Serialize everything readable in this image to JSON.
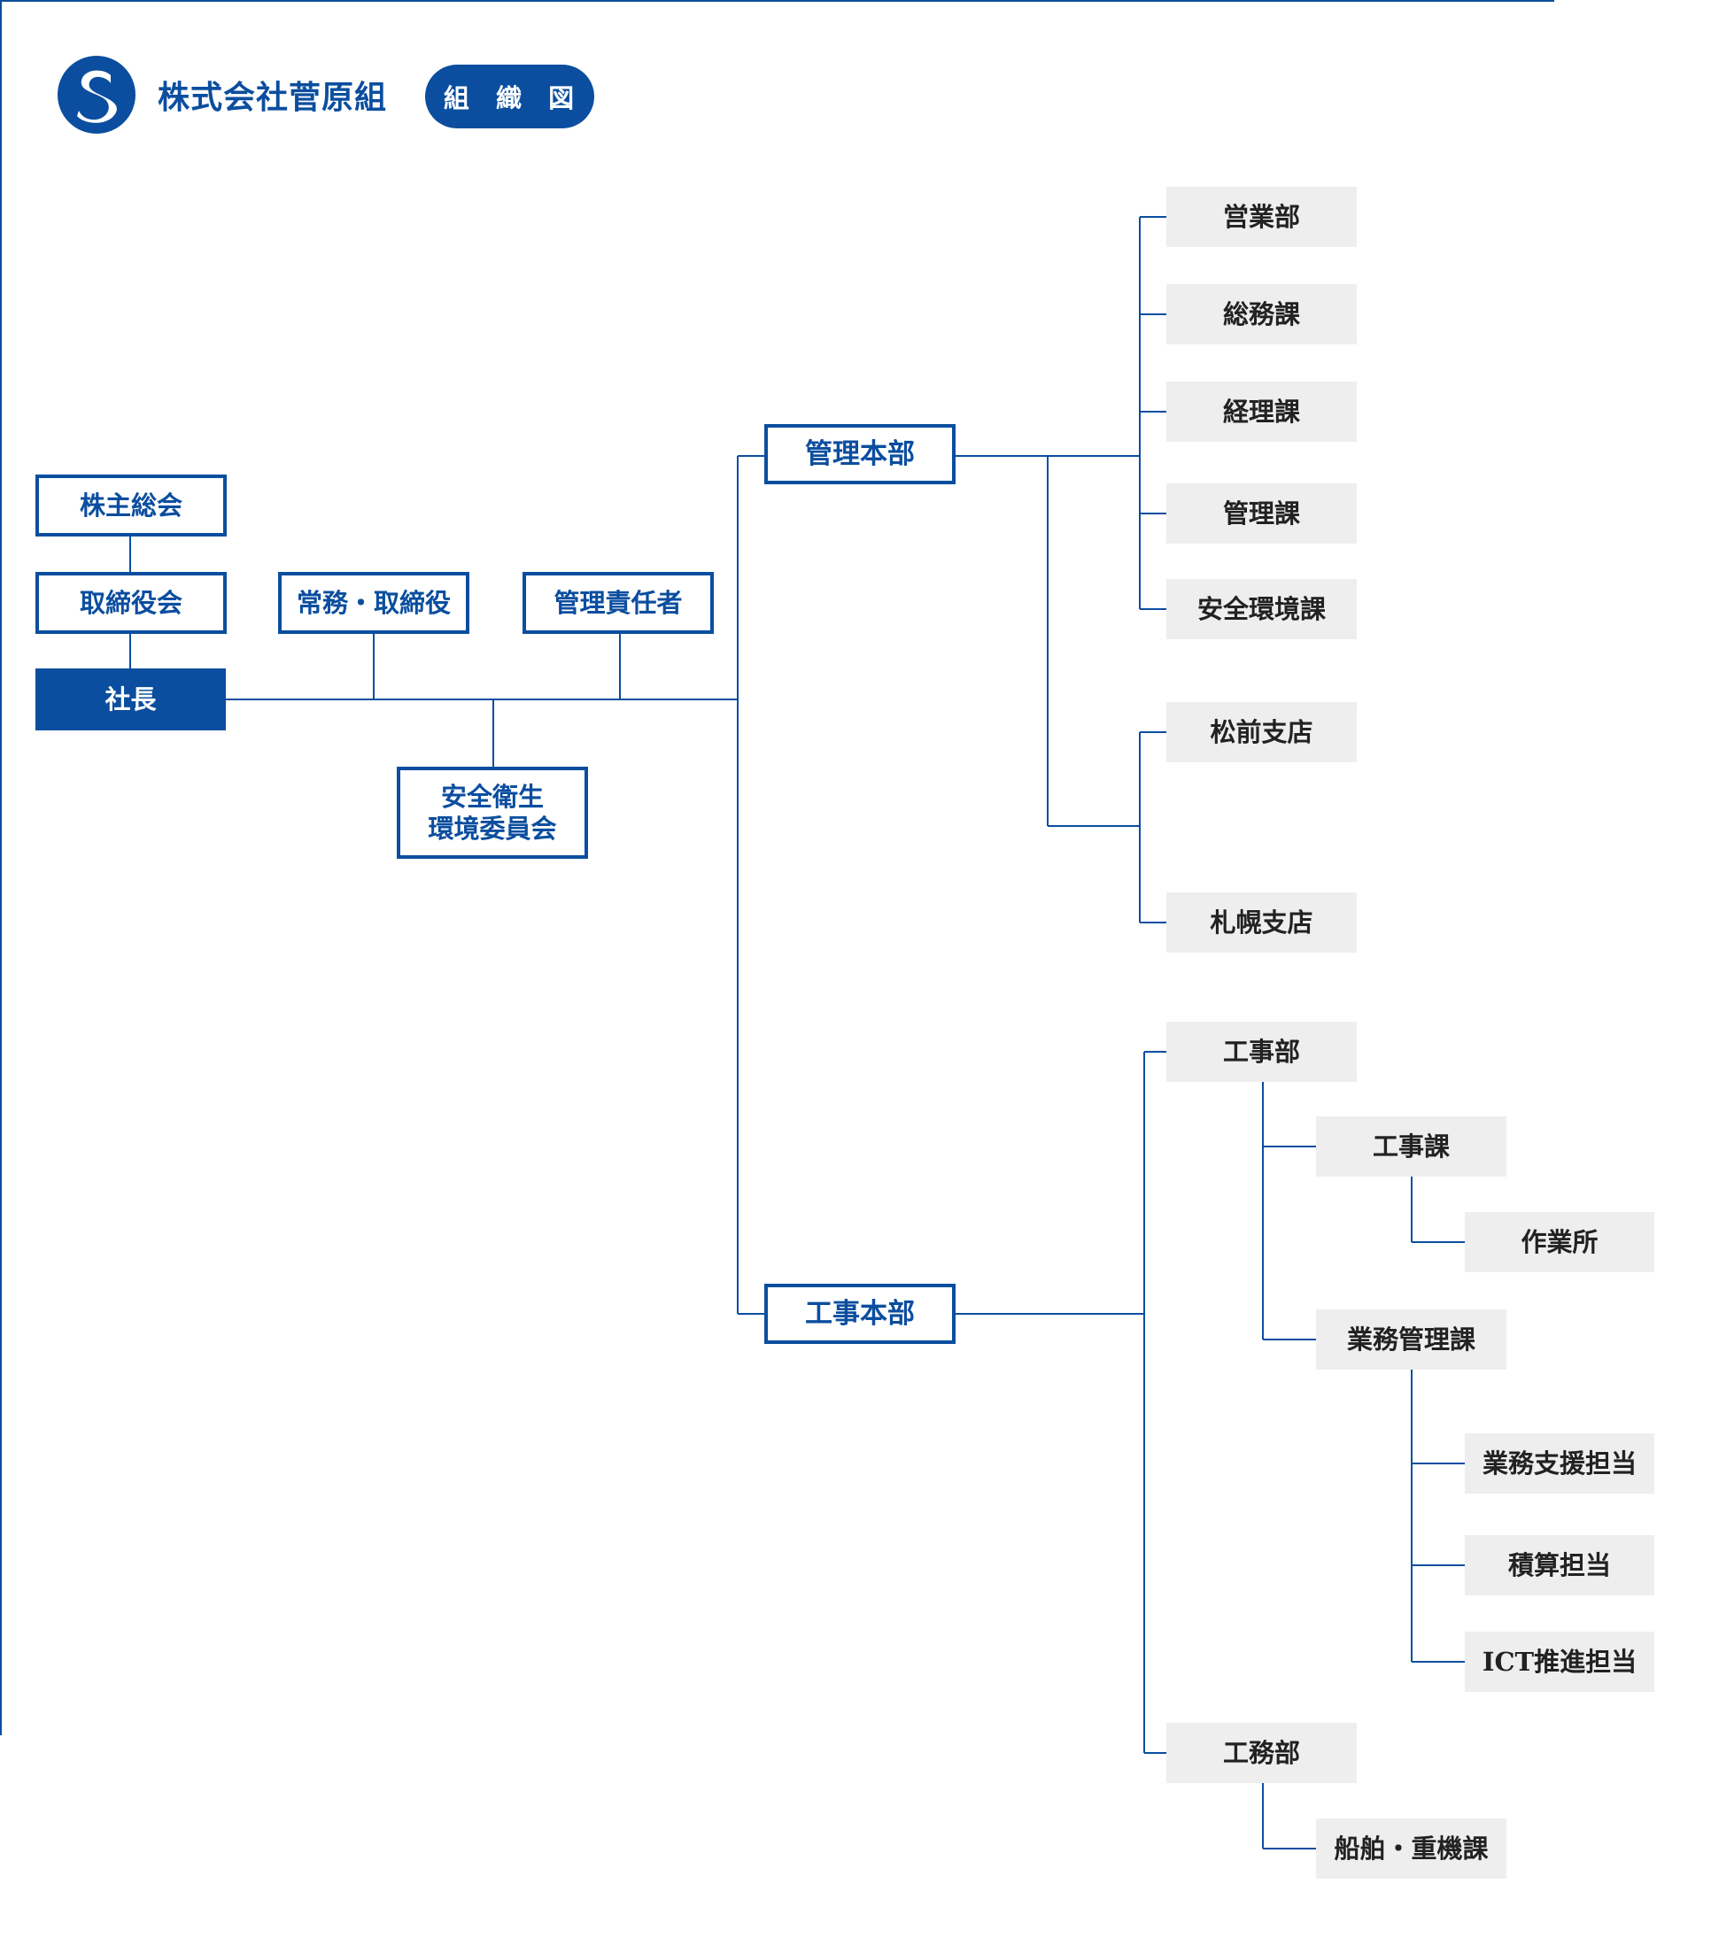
{
  "header": {
    "company_name": "株式会社菅原組",
    "badge": "組 織 図",
    "logo_icon": "company-s-logo",
    "brand_color": "#0b4d9e"
  },
  "org": {
    "shareholders_meeting": "株主総会",
    "board": "取締役会",
    "president": "社長",
    "managing_director": "常務・取締役",
    "management_officer": "管理責任者",
    "safety_committee": "安全衛生\n環境委員会",
    "admin_hq": "管理本部",
    "construction_hq": "工事本部",
    "admin_units": [
      "営業部",
      "総務課",
      "経理課",
      "管理課",
      "安全環境課"
    ],
    "branches": [
      "松前支店",
      "札幌支店"
    ],
    "construction_dept": "工事部",
    "construction_section": "工事課",
    "worksite": "作業所",
    "business_mgmt_section": "業務管理課",
    "business_mgmt_units": [
      "業務支援担当",
      "積算担当",
      "ICT推進担当"
    ],
    "engineering_dept": "工務部",
    "marine_equipment_section": "船舶・重機課"
  }
}
